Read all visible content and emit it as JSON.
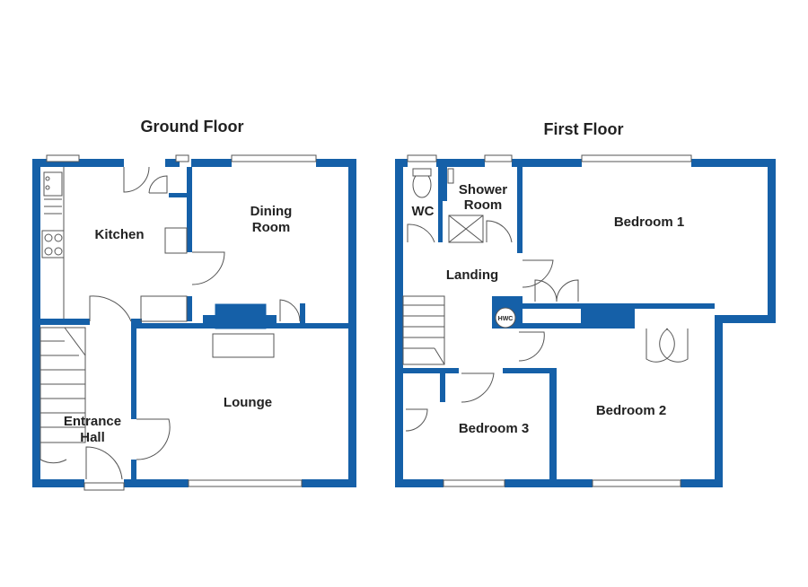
{
  "floors": {
    "ground": {
      "title": "Ground Floor",
      "rooms": {
        "kitchen": "Kitchen",
        "dining_room_1": "Dining",
        "dining_room_2": "Room",
        "lounge": "Lounge",
        "entrance_hall_1": "Entrance",
        "entrance_hall_2": "Hall"
      }
    },
    "first": {
      "title": "First Floor",
      "rooms": {
        "wc": "WC",
        "shower_room_1": "Shower",
        "shower_room_2": "Room",
        "landing": "Landing",
        "bedroom_1": "Bedroom 1",
        "bedroom_2": "Bedroom 2",
        "bedroom_3": "Bedroom 3"
      },
      "hwc_label": "HWC"
    }
  },
  "colors": {
    "wall": "#1560a8",
    "fixture_line": "#555555",
    "text": "#222222"
  },
  "icons": [
    "sink-icon",
    "hob-icon",
    "toilet-icon",
    "shower-tray-icon",
    "cylinder-icon",
    "staircase-icon",
    "door-swing-icon",
    "window-icon",
    "chimney-breast-icon"
  ]
}
